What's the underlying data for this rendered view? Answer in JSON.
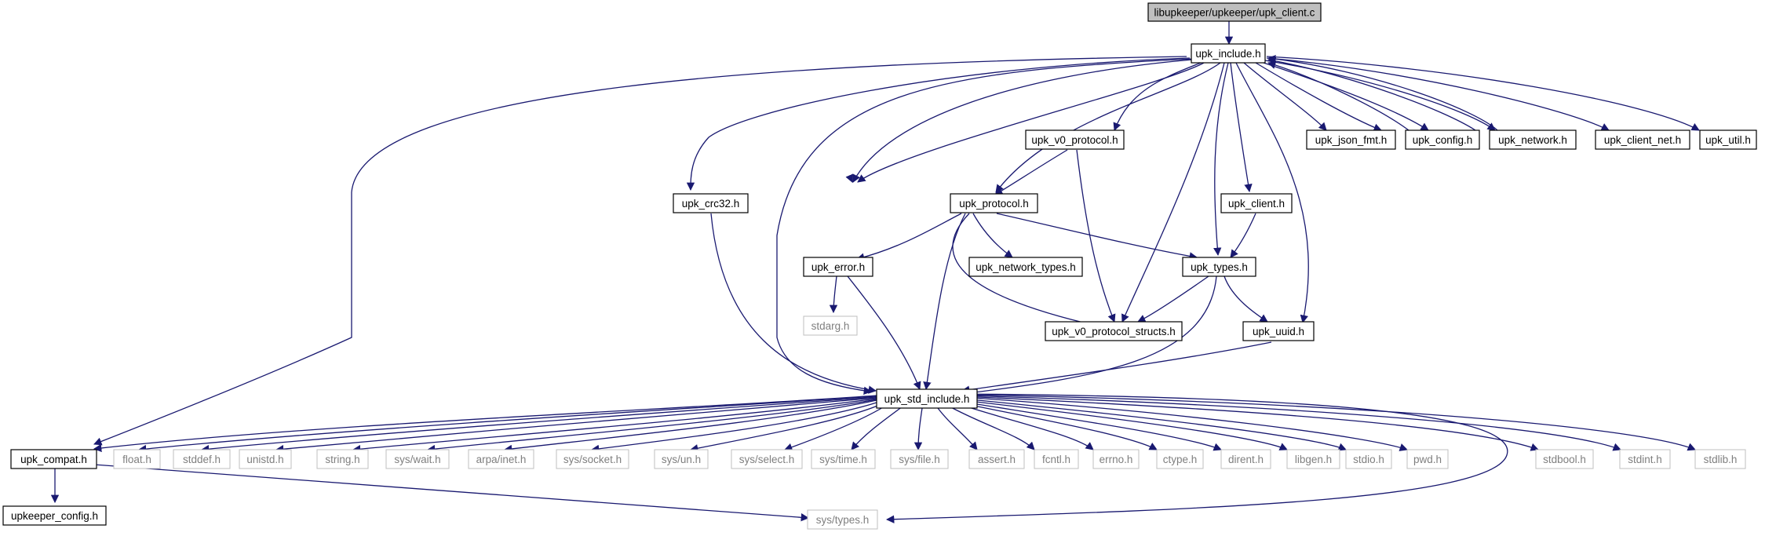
{
  "colors": {
    "edge": "#191970",
    "box_border": "#000000",
    "ext_border": "#bfbfbf",
    "ext_text": "#7f7f7f",
    "root_fill": "#bfbfbf"
  },
  "nodes": {
    "upk_client_c": "libupkeeper/upkeeper/upk_client.c",
    "upk_include_h": "upk_include.h",
    "upk_v0_protocol_h": "upk_v0_protocol.h",
    "upk_json_fmt_h": "upk_json_fmt.h",
    "upk_config_h": "upk_config.h",
    "upk_network_h": "upk_network.h",
    "upk_client_net_h": "upk_client_net.h",
    "upk_util_h": "upk_util.h",
    "upk_crc32_h": "upk_crc32.h",
    "upk_protocol_h": "upk_protocol.h",
    "upk_client_h": "upk_client.h",
    "upk_error_h": "upk_error.h",
    "upk_network_types_h": "upk_network_types.h",
    "upk_types_h": "upk_types.h",
    "stdarg_h": "stdarg.h",
    "upk_v0_protocol_structs_h": "upk_v0_protocol_structs.h",
    "upk_uuid_h": "upk_uuid.h",
    "upk_std_include_h": "upk_std_include.h",
    "upk_compat_h": "upk_compat.h",
    "float_h": "float.h",
    "stddef_h": "stddef.h",
    "unistd_h": "unistd.h",
    "string_h": "string.h",
    "sys_wait_h": "sys/wait.h",
    "arpa_inet_h": "arpa/inet.h",
    "sys_socket_h": "sys/socket.h",
    "sys_un_h": "sys/un.h",
    "sys_select_h": "sys/select.h",
    "sys_time_h": "sys/time.h",
    "sys_file_h": "sys/file.h",
    "assert_h": "assert.h",
    "fcntl_h": "fcntl.h",
    "errno_h": "errno.h",
    "ctype_h": "ctype.h",
    "dirent_h": "dirent.h",
    "libgen_h": "libgen.h",
    "stdio_h": "stdio.h",
    "pwd_h": "pwd.h",
    "stdbool_h": "stdbool.h",
    "stdint_h": "stdint.h",
    "stdlib_h": "stdlib.h",
    "upkeeper_config_h": "upkeeper_config.h",
    "sys_types_h": "sys/types.h"
  }
}
